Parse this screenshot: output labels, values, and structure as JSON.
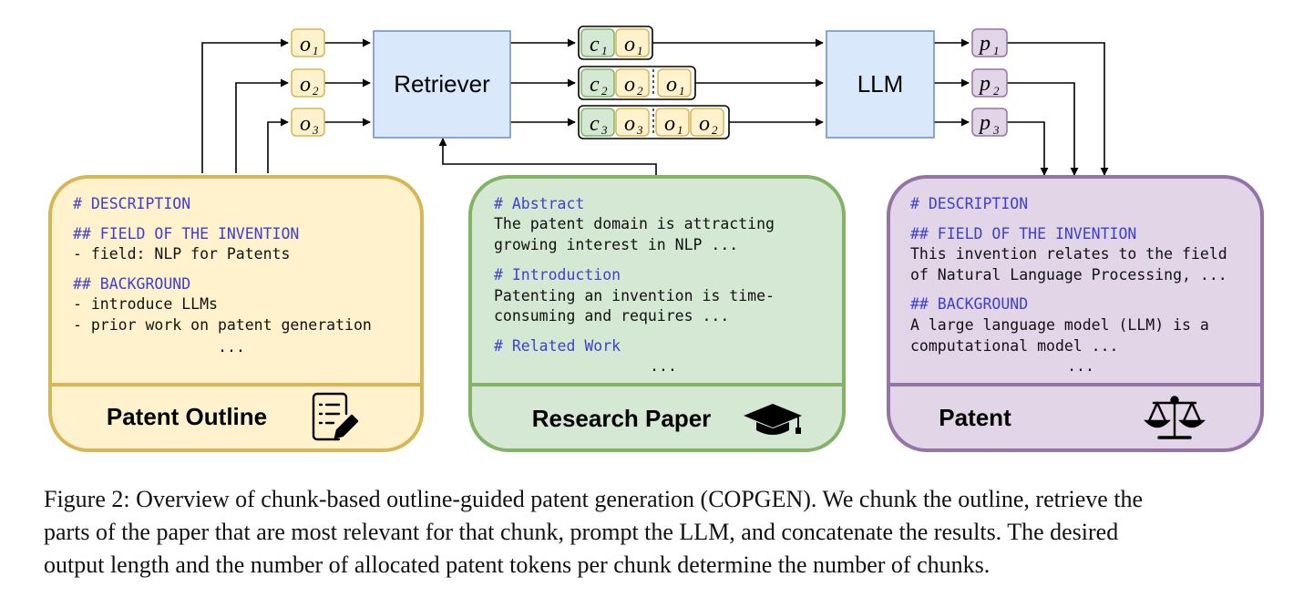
{
  "pipeline": {
    "outline_chunks": [
      {
        "letter": "o",
        "sub": "1"
      },
      {
        "letter": "o",
        "sub": "2"
      },
      {
        "letter": "o",
        "sub": "3"
      }
    ],
    "retriever_label": "Retriever",
    "contexts": [
      [
        {
          "letter": "c",
          "sub": "1",
          "kind": "c"
        },
        {
          "letter": "o",
          "sub": "1",
          "kind": "o"
        }
      ],
      [
        {
          "letter": "c",
          "sub": "2",
          "kind": "c"
        },
        {
          "letter": "o",
          "sub": "2",
          "kind": "o"
        },
        {
          "letter": "o",
          "sub": "1",
          "kind": "o"
        }
      ],
      [
        {
          "letter": "c",
          "sub": "3",
          "kind": "c"
        },
        {
          "letter": "o",
          "sub": "3",
          "kind": "o"
        },
        {
          "letter": "o",
          "sub": "1",
          "kind": "o"
        },
        {
          "letter": "o",
          "sub": "2",
          "kind": "o"
        }
      ]
    ],
    "llm_label": "LLM",
    "outputs": [
      {
        "letter": "p",
        "sub": "1"
      },
      {
        "letter": "p",
        "sub": "2"
      },
      {
        "letter": "p",
        "sub": "3"
      }
    ]
  },
  "outline_card": {
    "lines": [
      {
        "text": "# DESCRIPTION",
        "style": "heading"
      },
      {
        "text": "## FIELD OF THE INVENTION",
        "style": "heading"
      },
      {
        "text": "- field: NLP for Patents",
        "style": "body"
      },
      {
        "text": "## BACKGROUND",
        "style": "heading"
      },
      {
        "text": "- introduce LLMs",
        "style": "body"
      },
      {
        "text": "- prior work on patent generation",
        "style": "body"
      },
      {
        "text": "...",
        "style": "ellipsis"
      }
    ],
    "title": "Patent Outline",
    "icon": "checklist-pen-icon"
  },
  "paper_card": {
    "lines": [
      {
        "text": "# Abstract",
        "style": "heading"
      },
      {
        "text": "The patent domain is attracting",
        "style": "body"
      },
      {
        "text": "growing interest in NLP ...",
        "style": "body"
      },
      {
        "text": "# Introduction",
        "style": "heading"
      },
      {
        "text": "Patenting an invention is time-",
        "style": "body"
      },
      {
        "text": "consuming and requires ...",
        "style": "body"
      },
      {
        "text": "# Related Work",
        "style": "heading"
      },
      {
        "text": "...",
        "style": "ellipsis"
      }
    ],
    "title": "Research Paper",
    "icon": "graduation-cap-icon"
  },
  "patent_card": {
    "lines": [
      {
        "text": "# DESCRIPTION",
        "style": "heading"
      },
      {
        "text": "## FIELD OF THE INVENTION",
        "style": "heading"
      },
      {
        "text": "This invention relates to the field",
        "style": "body"
      },
      {
        "text": "of Natural Language Processing, ...",
        "style": "body"
      },
      {
        "text": "## BACKGROUND",
        "style": "heading"
      },
      {
        "text": "A large language model (LLM) is a",
        "style": "body"
      },
      {
        "text": "computational model ...",
        "style": "body"
      },
      {
        "text": "...",
        "style": "ellipsis"
      }
    ],
    "title": "Patent",
    "icon": "scales-icon"
  },
  "caption": [
    "Figure 2: Overview of chunk-based outline-guided patent generation (COPGEN). We chunk the outline, retrieve the",
    "parts of the paper that are most relevant for that chunk, prompt the LLM, and concatenate the results. The desired",
    "output length and the number of allocated patent tokens per chunk determine the number of chunks."
  ],
  "colors": {
    "outline_fill": "#fff2cc",
    "outline_stroke": "#d6b656",
    "paper_fill": "#d5e8d4",
    "paper_stroke": "#82b366",
    "patent_fill": "#e1d5e7",
    "patent_stroke": "#9673a6",
    "block_fill": "#dae8fc",
    "block_stroke": "#6c8ebf",
    "code_heading": "#3f3fcf",
    "code_body": "#111111"
  }
}
